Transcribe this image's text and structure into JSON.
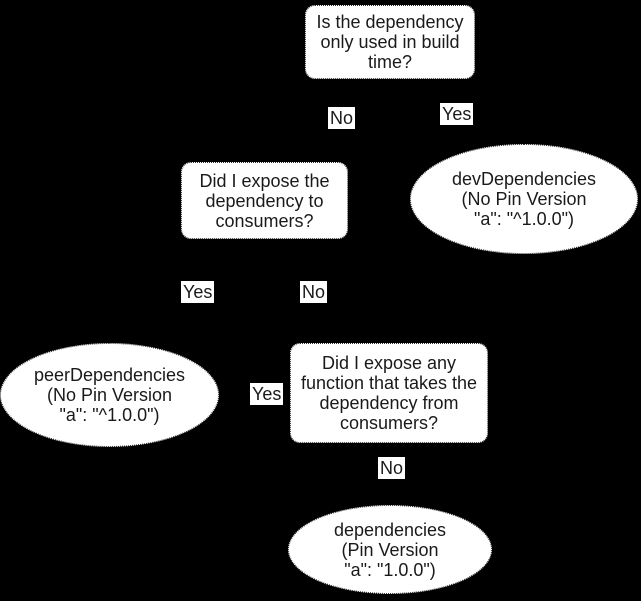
{
  "colors": {
    "background": "#000000",
    "node_fill": "#ffffff",
    "node_border": "#333333",
    "text": "#1a1a1a",
    "edge_label_bg": "#ffffff"
  },
  "nodes": {
    "q_build_time": {
      "shape": "rounded-rect",
      "lines": [
        "Is the dependency",
        "only used in build",
        "time?"
      ]
    },
    "dev_dependencies": {
      "shape": "ellipse",
      "lines": [
        "devDependencies",
        "(No Pin Version",
        "\"a\": \"^1.0.0\")"
      ]
    },
    "q_expose_dependency": {
      "shape": "rounded-rect",
      "lines": [
        "Did I expose the",
        "dependency to",
        "consumers?"
      ]
    },
    "peer_dependencies": {
      "shape": "ellipse",
      "lines": [
        "peerDependencies",
        "(No Pin Version",
        "\"a\": \"^1.0.0\")"
      ]
    },
    "q_expose_function": {
      "shape": "rounded-rect",
      "lines": [
        "Did I expose any",
        "function that takes the",
        "dependency from",
        "consumers?"
      ]
    },
    "dependencies": {
      "shape": "ellipse",
      "lines": [
        "dependencies",
        "(Pin Version",
        "\"a\": \"1.0.0\")"
      ]
    }
  },
  "edge_labels": {
    "build_no": "No",
    "build_yes": "Yes",
    "expose_yes": "Yes",
    "expose_no": "No",
    "function_yes": "Yes",
    "function_no": "No"
  }
}
